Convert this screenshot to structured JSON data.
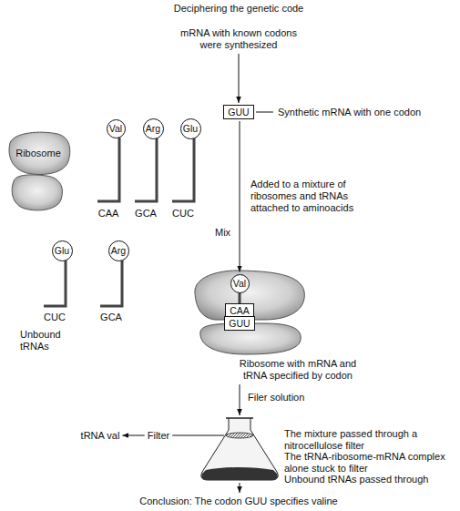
{
  "diagram": {
    "title": "Deciphering the genetic code",
    "nodes": [
      {
        "text": [
          "mRNA with known codons were synthesized"
        ]
      },
      {
        "text": [
          "GUU"
        ]
      },
      {
        "text": [
          "Ribosome"
        ]
      },
      {
        "text": [
          "Val"
        ]
      },
      {
        "text": [
          "Arg"
        ]
      },
      {
        "text": [
          "Glu"
        ]
      },
      {
        "text": [
          "Glu"
        ]
      },
      {
        "text": [
          "Arg"
        ]
      },
      {
        "text": [
          "Val"
        ]
      },
      {
        "text": [
          "CAA"
        ]
      },
      {
        "text": [
          "GUU"
        ]
      },
      {
        "text": [
          "Ribosome with mRNA and tRNA specified by codon"
        ]
      },
      {
        "text": [
          "The mixture passed through a nitrocellulose filter",
          "The tRNA-ribosome-mRNA complex alone stuck to filter",
          "Unbound tRNAs passed through"
        ]
      },
      {
        "text": [
          "Filter"
        ]
      },
      {
        "text": [
          "tRNA val"
        ]
      },
      {
        "text": [
          "Conclusion: The codon GUU specifies valine"
        ]
      }
    ],
    "edges": [
      {
        "from": 0,
        "to": 1,
        "arrow": "to"
      },
      {
        "from": 1,
        "to": 8,
        "label": "Added to a mixture of ribosomes and tRNAs attached to aminoacids",
        "arrow": "to"
      },
      {
        "from": 11,
        "to": 12,
        "label": "Filer solution",
        "arrow": "to"
      },
      {
        "from": 13,
        "to": 12,
        "arrow": "none"
      },
      {
        "from": 13,
        "to": 14,
        "arrow": "to"
      },
      {
        "from": 12,
        "to": 15,
        "arrow": "to"
      }
    ],
    "labels": [
      "Synthetic mRNA with one codon",
      "Mix",
      "CAA",
      "GCA",
      "CUC",
      "CUC",
      "GCA",
      "Unbound tRNAs"
    ]
  }
}
